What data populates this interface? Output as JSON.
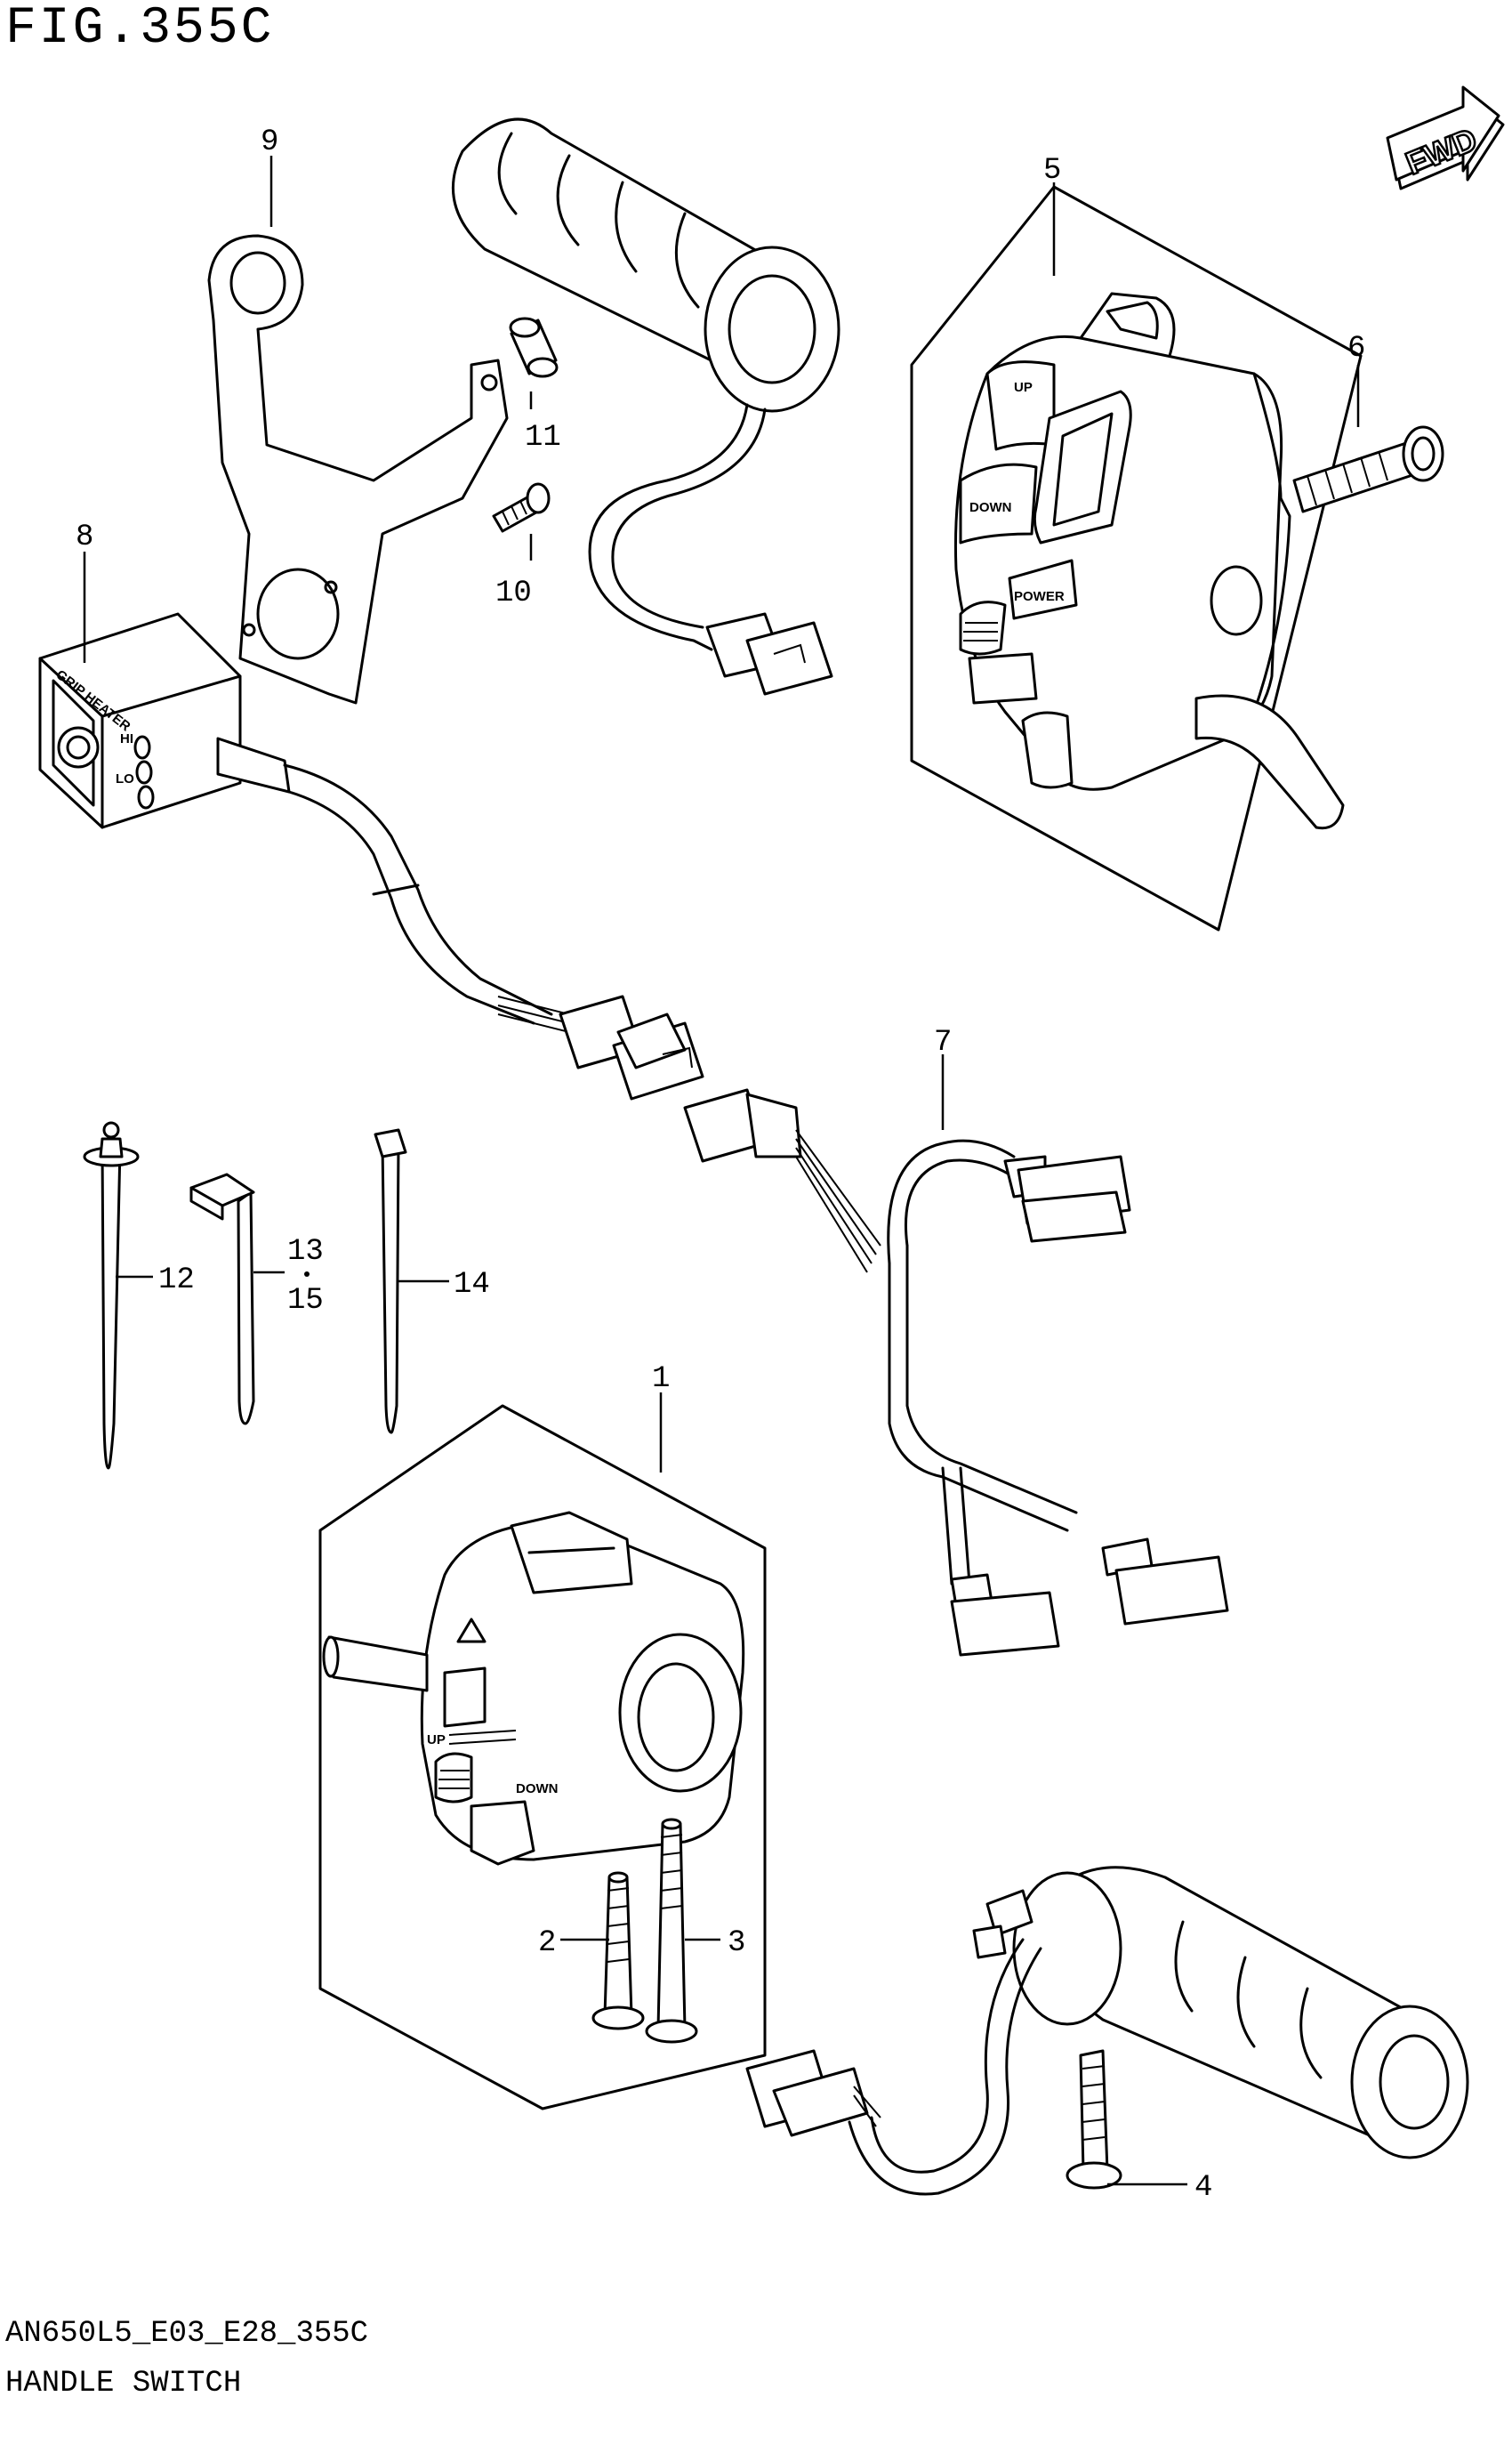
{
  "figure_title": "FIG.355C",
  "footer": {
    "code": "AN650L5_E03_E28_355C",
    "name": "HANDLE SWITCH"
  },
  "fwd_label": "FWD",
  "callouts": {
    "c1": "1",
    "c2": "2",
    "c3": "3",
    "c4": "4",
    "c5": "5",
    "c6": "6",
    "c7": "7",
    "c8": "8",
    "c9": "9",
    "c10": "10",
    "c11": "11",
    "c12": "12",
    "c13": "13",
    "c15": "15",
    "c14": "14"
  },
  "part_labels": {
    "heater_title": "GRIP HEATER",
    "heater_hi": "HI",
    "heater_lo": "LO",
    "right_up": "UP",
    "right_down": "DOWN",
    "right_power": "POWER",
    "left_up": "UP",
    "left_down": "DOWN"
  }
}
